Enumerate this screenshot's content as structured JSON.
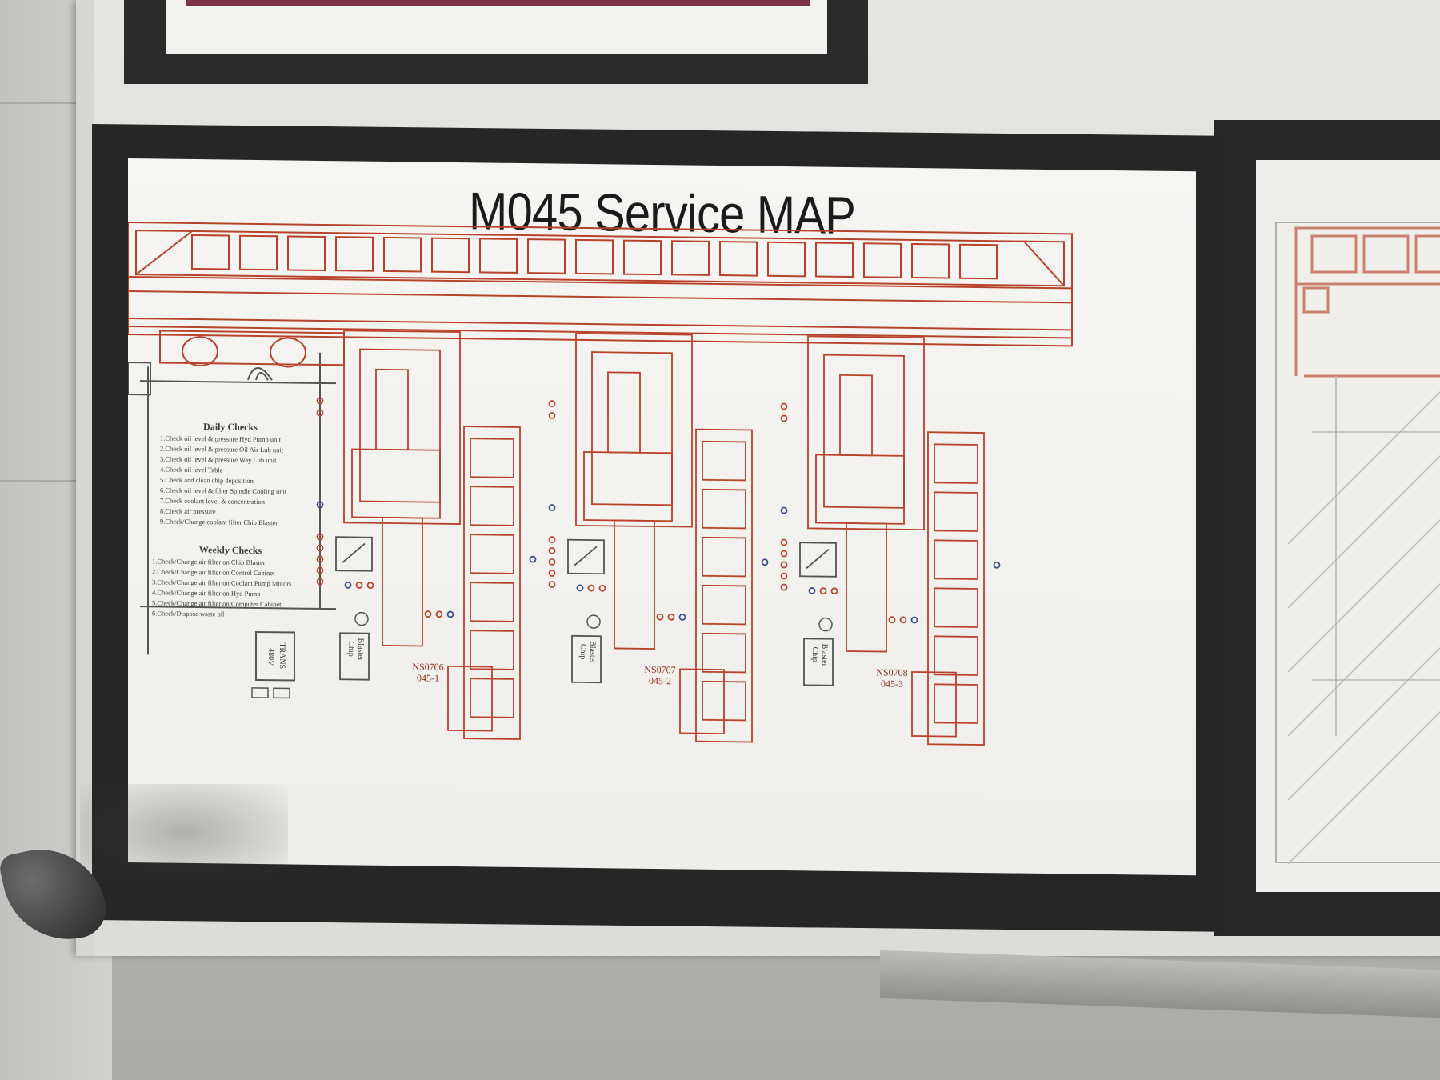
{
  "map": {
    "title": "M045 Service MAP"
  },
  "daily_checks": {
    "heading": "Daily Checks",
    "items": [
      "1.Check oil level & pressure Hyd Pump unit",
      "2.Check oil level & pressure Oil Air Lub unit",
      "3.Check oil level & pressure Way Lub unit",
      "4.Check oil level Table",
      "5.Check and clean chip deposition",
      "6.Check oil level & filter Spindle Cooling unit",
      "7.Check coolant level & concentration",
      "8.Check air pressure",
      "9.Check/Change coolant filter Chip Blaster"
    ]
  },
  "weekly_checks": {
    "heading": "Weekly Checks",
    "items": [
      "1.Check/Change air filter on Chip Blaster",
      "2.Check/Change air filter on Control Cabinet",
      "3.Check/Change air filter on Coolant Pump Motors",
      "4.Check/Change air filter on Hyd Pump",
      "5.Check/Change air filter on Computer Cabinet",
      "6.Check/Dispose waste oil"
    ]
  },
  "equipment": {
    "trans_label_1": "480V",
    "trans_label_2": "TRANS",
    "chip_blaster_1": "Chip",
    "chip_blaster_2": "Blaster"
  },
  "machines": [
    {
      "id": "NS0706",
      "line": "045-1"
    },
    {
      "id": "NS0707",
      "line": "045-2"
    },
    {
      "id": "NS0708",
      "line": "045-3"
    }
  ],
  "colors": {
    "drawing": "#b8432c",
    "callout_blue": "#3b4f8f",
    "frame": "#262626",
    "paper": "#f4f3f0"
  }
}
